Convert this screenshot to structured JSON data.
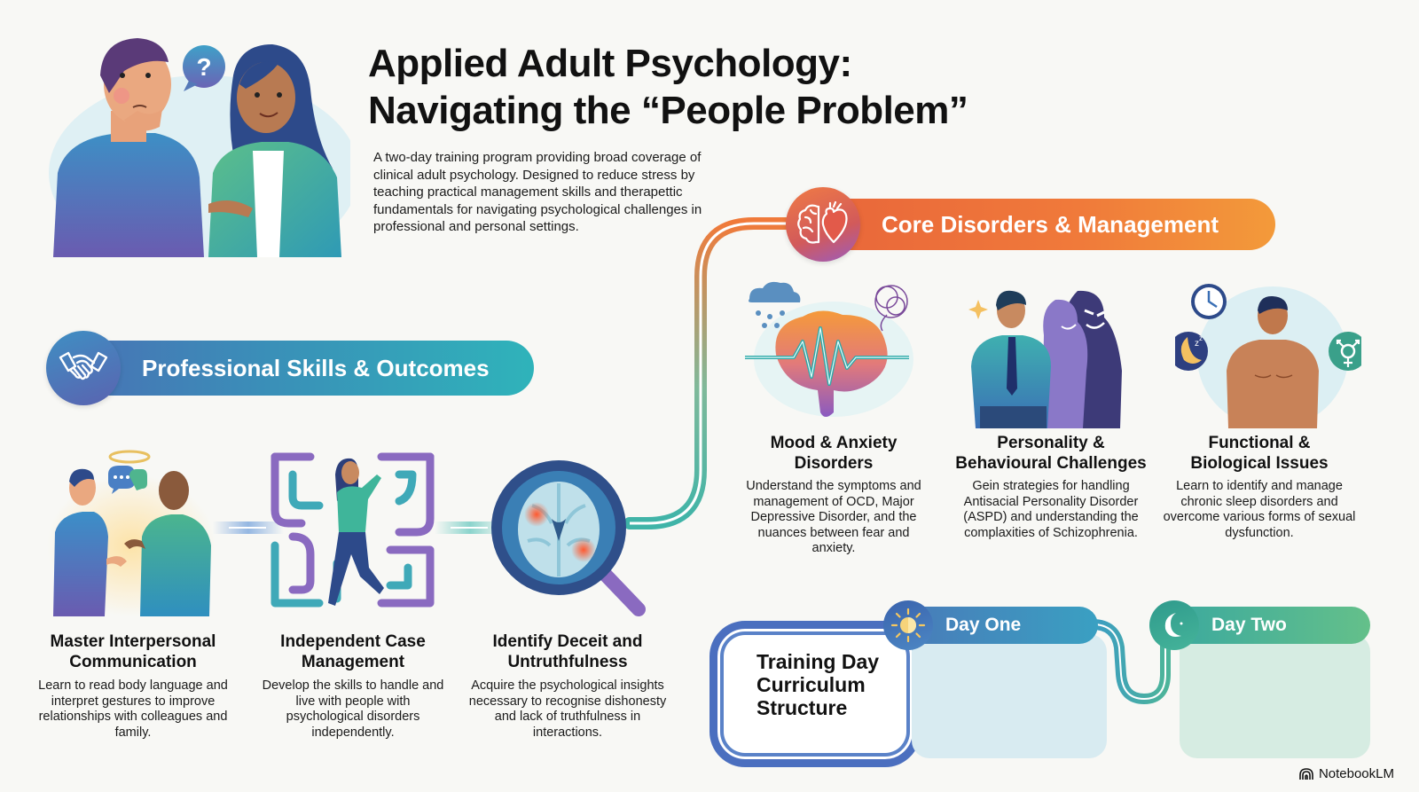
{
  "header": {
    "title_line1": "Applied Adult Psychology:",
    "title_line2": "Navigating the “People Problem”",
    "intro": "A two-day training program providing broad coverage of clinical adult psychology. Designed to reduce stress by teaching practical management skills and therapettic fundamentals for navigating psychological challenges in professional and personal settings.",
    "hero_icon": "two-people-conversation-question-icon"
  },
  "professional": {
    "label": "Professional Skills & Outcomes",
    "icon": "handshake-icon",
    "color_start": "#4a6fb5",
    "color_end": "#2fb3ba",
    "cards": [
      {
        "title_line1": "Master Interpersonal",
        "title_line2": "Communication",
        "description": "Learn to read body language and interpret gestures to improve relationships with colleagues and family.",
        "icon": "two-people-talking-icon"
      },
      {
        "title_line1": "Independent Case",
        "title_line2": "Management",
        "description": "Develop the skills to handle and live with people with psychological disorders independently.",
        "icon": "woman-in-maze-icon"
      },
      {
        "title_line1": "Identify Deceit and",
        "title_line2": "Untruthfulness",
        "description": "Acquire the psychological insights necessary to recognise dishonesty and lack of truthfulness in interactions.",
        "icon": "magnifier-brain-scan-icon"
      }
    ]
  },
  "core": {
    "label": "Core Disorders & Management",
    "icon": "brain-heart-icon",
    "color_start": "#e8643a",
    "color_end": "#f39a3a",
    "cards": [
      {
        "title_line1": "Mood & Anxiety",
        "title_line2": "Disorders",
        "description": "Understand the symptoms and management of OCD, Major Depressive Disorder, and the nuances between fear and anxiety.",
        "icon": "brain-wave-cloud-icon"
      },
      {
        "title_line1": "Personality &",
        "title_line2": "Behavioural Challenges",
        "description": "Gein strategies for handling Antisacial Personality Disorder (ASPD) and understanding the complaxities of Schizophrenia.",
        "icon": "split-personality-icon"
      },
      {
        "title_line1": "Functional &",
        "title_line2": "Biological Issues",
        "description": "Learn to identify and manage chronic sleep disorders and overcome various forms of sexual dysfunction.",
        "icon": "body-clock-sleep-gender-icon"
      }
    ]
  },
  "curriculum": {
    "title_line1": "Training Day",
    "title_line2": "Curriculum",
    "title_line3": "Structure",
    "days": [
      {
        "label": "Day One",
        "icon": "sun-icon",
        "color": "#4a78b8"
      },
      {
        "label": "Day Two",
        "icon": "moon-icon",
        "color": "#38a7a0"
      }
    ]
  },
  "brand": {
    "label": "NotebookLM",
    "icon": "notebooklm-logo-icon"
  }
}
